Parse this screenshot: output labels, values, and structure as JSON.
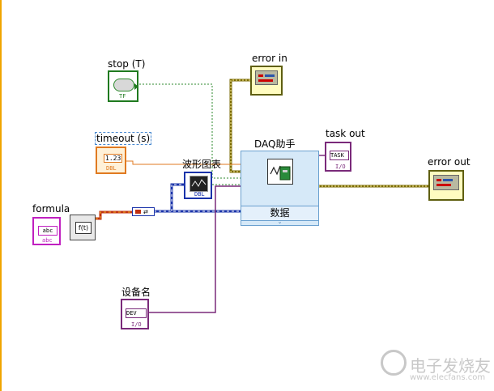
{
  "stop_label": "stop (T)",
  "stop_terminal_text": "TF",
  "error_in_label": "error in",
  "timeout_label": "timeout (s)",
  "timeout_value": "1.23",
  "timeout_type": "DBL",
  "graph_label": "波形图表",
  "daq_label": "DAQ助手",
  "daq_data_label": "数据",
  "task_out_label": "task out",
  "task_text": "TASK",
  "task_type": "I/O",
  "error_out_label": "error out",
  "formula_label": "formula",
  "formula_value": "abc",
  "formula_type": "abc",
  "formula_node_text": "f(t)",
  "device_label": "设备名",
  "device_value": "DEV",
  "device_type": "I/O",
  "watermark_main": "电子发烧友",
  "watermark_sub": "www.elecfans.com",
  "colors": {
    "error_wire": "#7a6a00",
    "data_wire": "#1a33aa",
    "string_wire": "#c020c0",
    "bool_wire": "#2d8a2d",
    "num_wire": "#e07a20"
  }
}
